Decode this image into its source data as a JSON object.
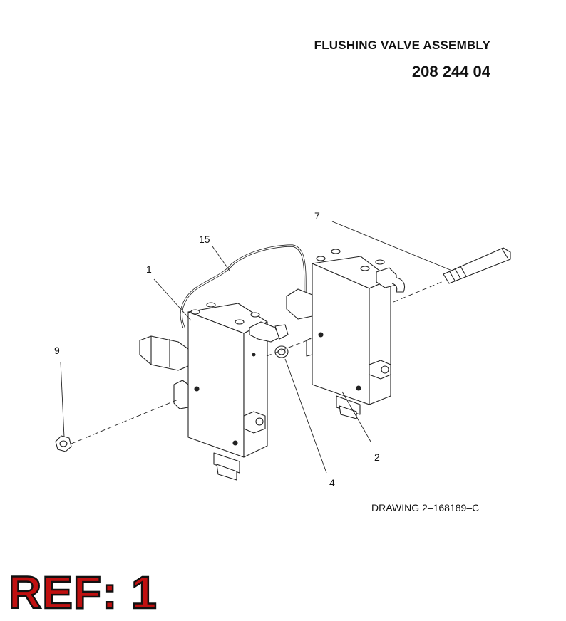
{
  "header": {
    "title": "FLUSHING VALVE ASSEMBLY",
    "part_number": "208 244 04"
  },
  "drawing": {
    "number": "DRAWING 2–168189–C",
    "callouts": {
      "c1": "1",
      "c2": "2",
      "c4": "4",
      "c7": "7",
      "c9": "9",
      "c15": "15"
    }
  },
  "ref_label": "REF: 1"
}
